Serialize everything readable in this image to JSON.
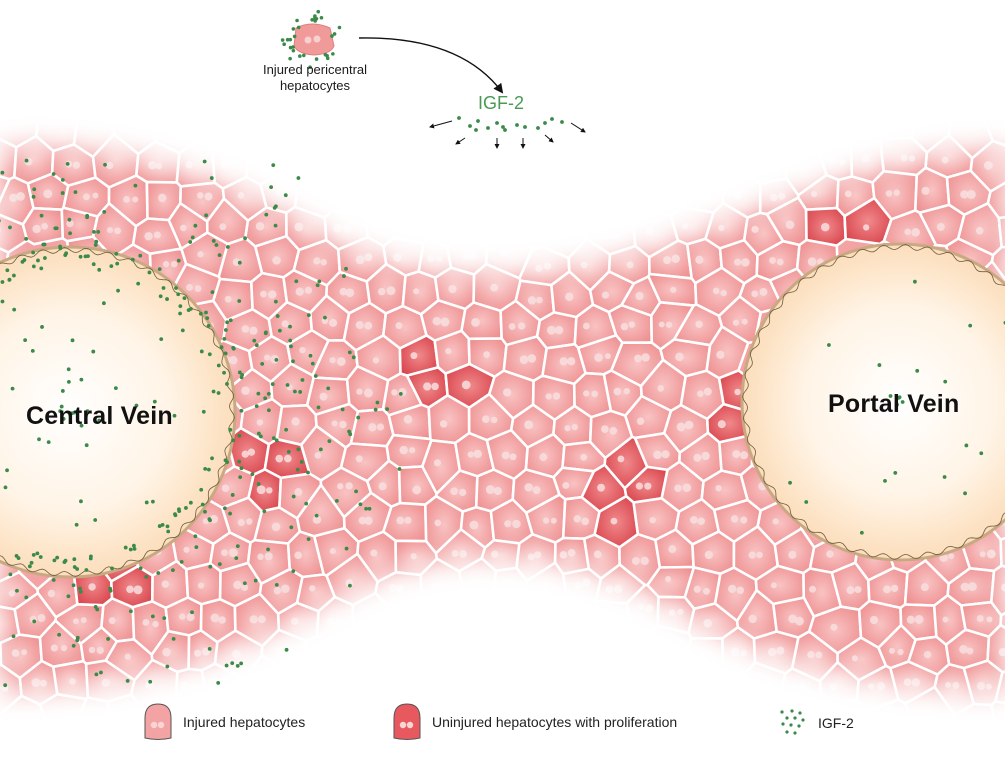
{
  "diagram": {
    "title_annotation": {
      "cell_caption": "Injured pericentral\nhepatocytes",
      "cell_caption_line1": "Injured pericentral",
      "cell_caption_line2": "hepatocytes",
      "secreted_factor": "IGF-2"
    },
    "regions": {
      "central_vein": "Central Vein",
      "portal_vein": "Portal Vein"
    },
    "legend": [
      {
        "key": "injured",
        "label": "Injured hepatocytes",
        "icon": "injured-hepatocyte-icon"
      },
      {
        "key": "proliferating",
        "label": "Uninjured hepatocytes with proliferation",
        "icon": "proliferating-hepatocyte-icon"
      },
      {
        "key": "igf2",
        "label": "IGF-2",
        "icon": "igf2-dots-icon"
      }
    ],
    "colors": {
      "injured_cell": "#f3a3a3",
      "proliferating_cell": "#e3525a",
      "igf2_dot": "#3a8a4a",
      "igf2_text": "#4a9a55",
      "vein_fill": "#fde3c4",
      "cell_border": "#ffffff"
    }
  }
}
